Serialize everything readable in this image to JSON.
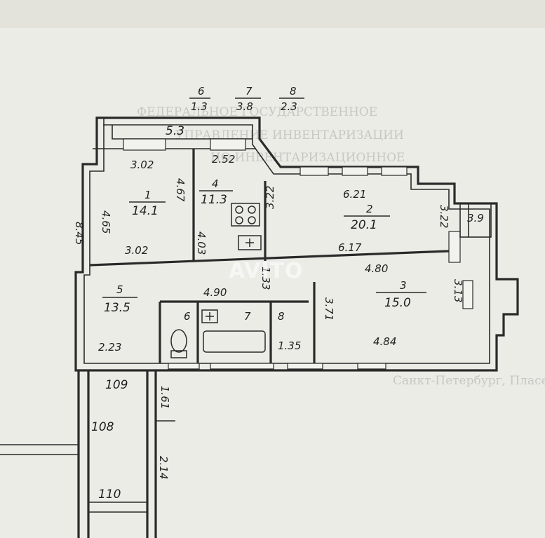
{
  "header_fractions": [
    {
      "num": "6",
      "den": "1.3"
    },
    {
      "num": "7",
      "den": "3.8"
    },
    {
      "num": "8",
      "den": "2.3"
    }
  ],
  "balcony_label": "5.3",
  "rooms": [
    {
      "id": "1",
      "area": "14.1"
    },
    {
      "id": "2",
      "area": "20.1"
    },
    {
      "id": "3",
      "area": "15.0"
    },
    {
      "id": "4",
      "area": "11.3"
    },
    {
      "id": "5",
      "area": "13.5"
    }
  ],
  "small_rooms": [
    {
      "id": "6"
    },
    {
      "id": "7"
    },
    {
      "id": "8",
      "dim": "1.35"
    }
  ],
  "dims": {
    "r1_top": "3.02",
    "r1_bottom": "3.02",
    "r1_left": "4.65",
    "r1_right": "4.67",
    "r4_top": "2.52",
    "r4_left": "4.03",
    "r4_right": "3.22",
    "r2_top": "6.21",
    "r2_bottom": "6.17",
    "r2_right": "3.22",
    "r3_top": "4.80",
    "r3_bottom": "4.84",
    "r3_left": "3.71",
    "r3_right": "3.13",
    "corridor": "4.90",
    "corridor_v": "1.33",
    "r5_bottom": "2.23",
    "loggia": "3.9",
    "outer_left": "8.45"
  },
  "neighbors": [
    {
      "label": "109"
    },
    {
      "label": "108"
    },
    {
      "label": "110"
    },
    {
      "label": "1.61"
    },
    {
      "label": "2.14"
    }
  ],
  "watermark": "AVITO",
  "background_text": [
    "ФЕДЕРАЛЬНОЕ ГОСУДАРСТВЕННОЕ",
    "УПРАВЛЕНИЕ ИНВЕНТАРИЗАЦИИ",
    "НО-ИНВЕНТАРИЗАЦИОННОЕ",
    "Санкт-Петербург, Пласевышевский"
  ]
}
